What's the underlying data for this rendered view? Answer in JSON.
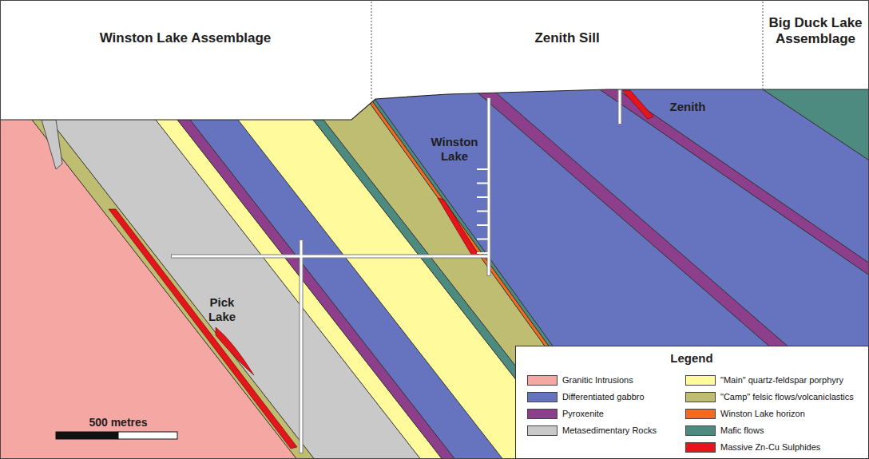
{
  "diagram": {
    "labels": [
      "Winston Lake Assemblage",
      "Zenith Sill",
      "Big Duck Lake Assemblage",
      "Winston Lake",
      "Zenith",
      "Pick Lake",
      "500 metres",
      "Legend"
    ],
    "legend": [
      {
        "text": "Granitic Intrusions",
        "color": "#f5a7a4"
      },
      {
        "text": "Differentiated gabbro",
        "color": "#6674bf"
      },
      {
        "text": "Pyroxenite",
        "color": "#8e3f8c"
      },
      {
        "text": "Metasedimentary Rocks",
        "color": "#c9c9c9"
      },
      {
        "text": "\"Main\" quartz-feldspar porphyry",
        "color": "#fffb9c"
      },
      {
        "text": "\"Camp\" felsic flows/volcaniclastics",
        "color": "#bfbd72"
      },
      {
        "text": "Winston Lake horizon",
        "color": "#f26b21"
      },
      {
        "text": "Mafic flows",
        "color": "#4d8b80"
      },
      {
        "text": "Massive Zn-Cu Sulphides",
        "color": "#e4161d"
      }
    ]
  }
}
